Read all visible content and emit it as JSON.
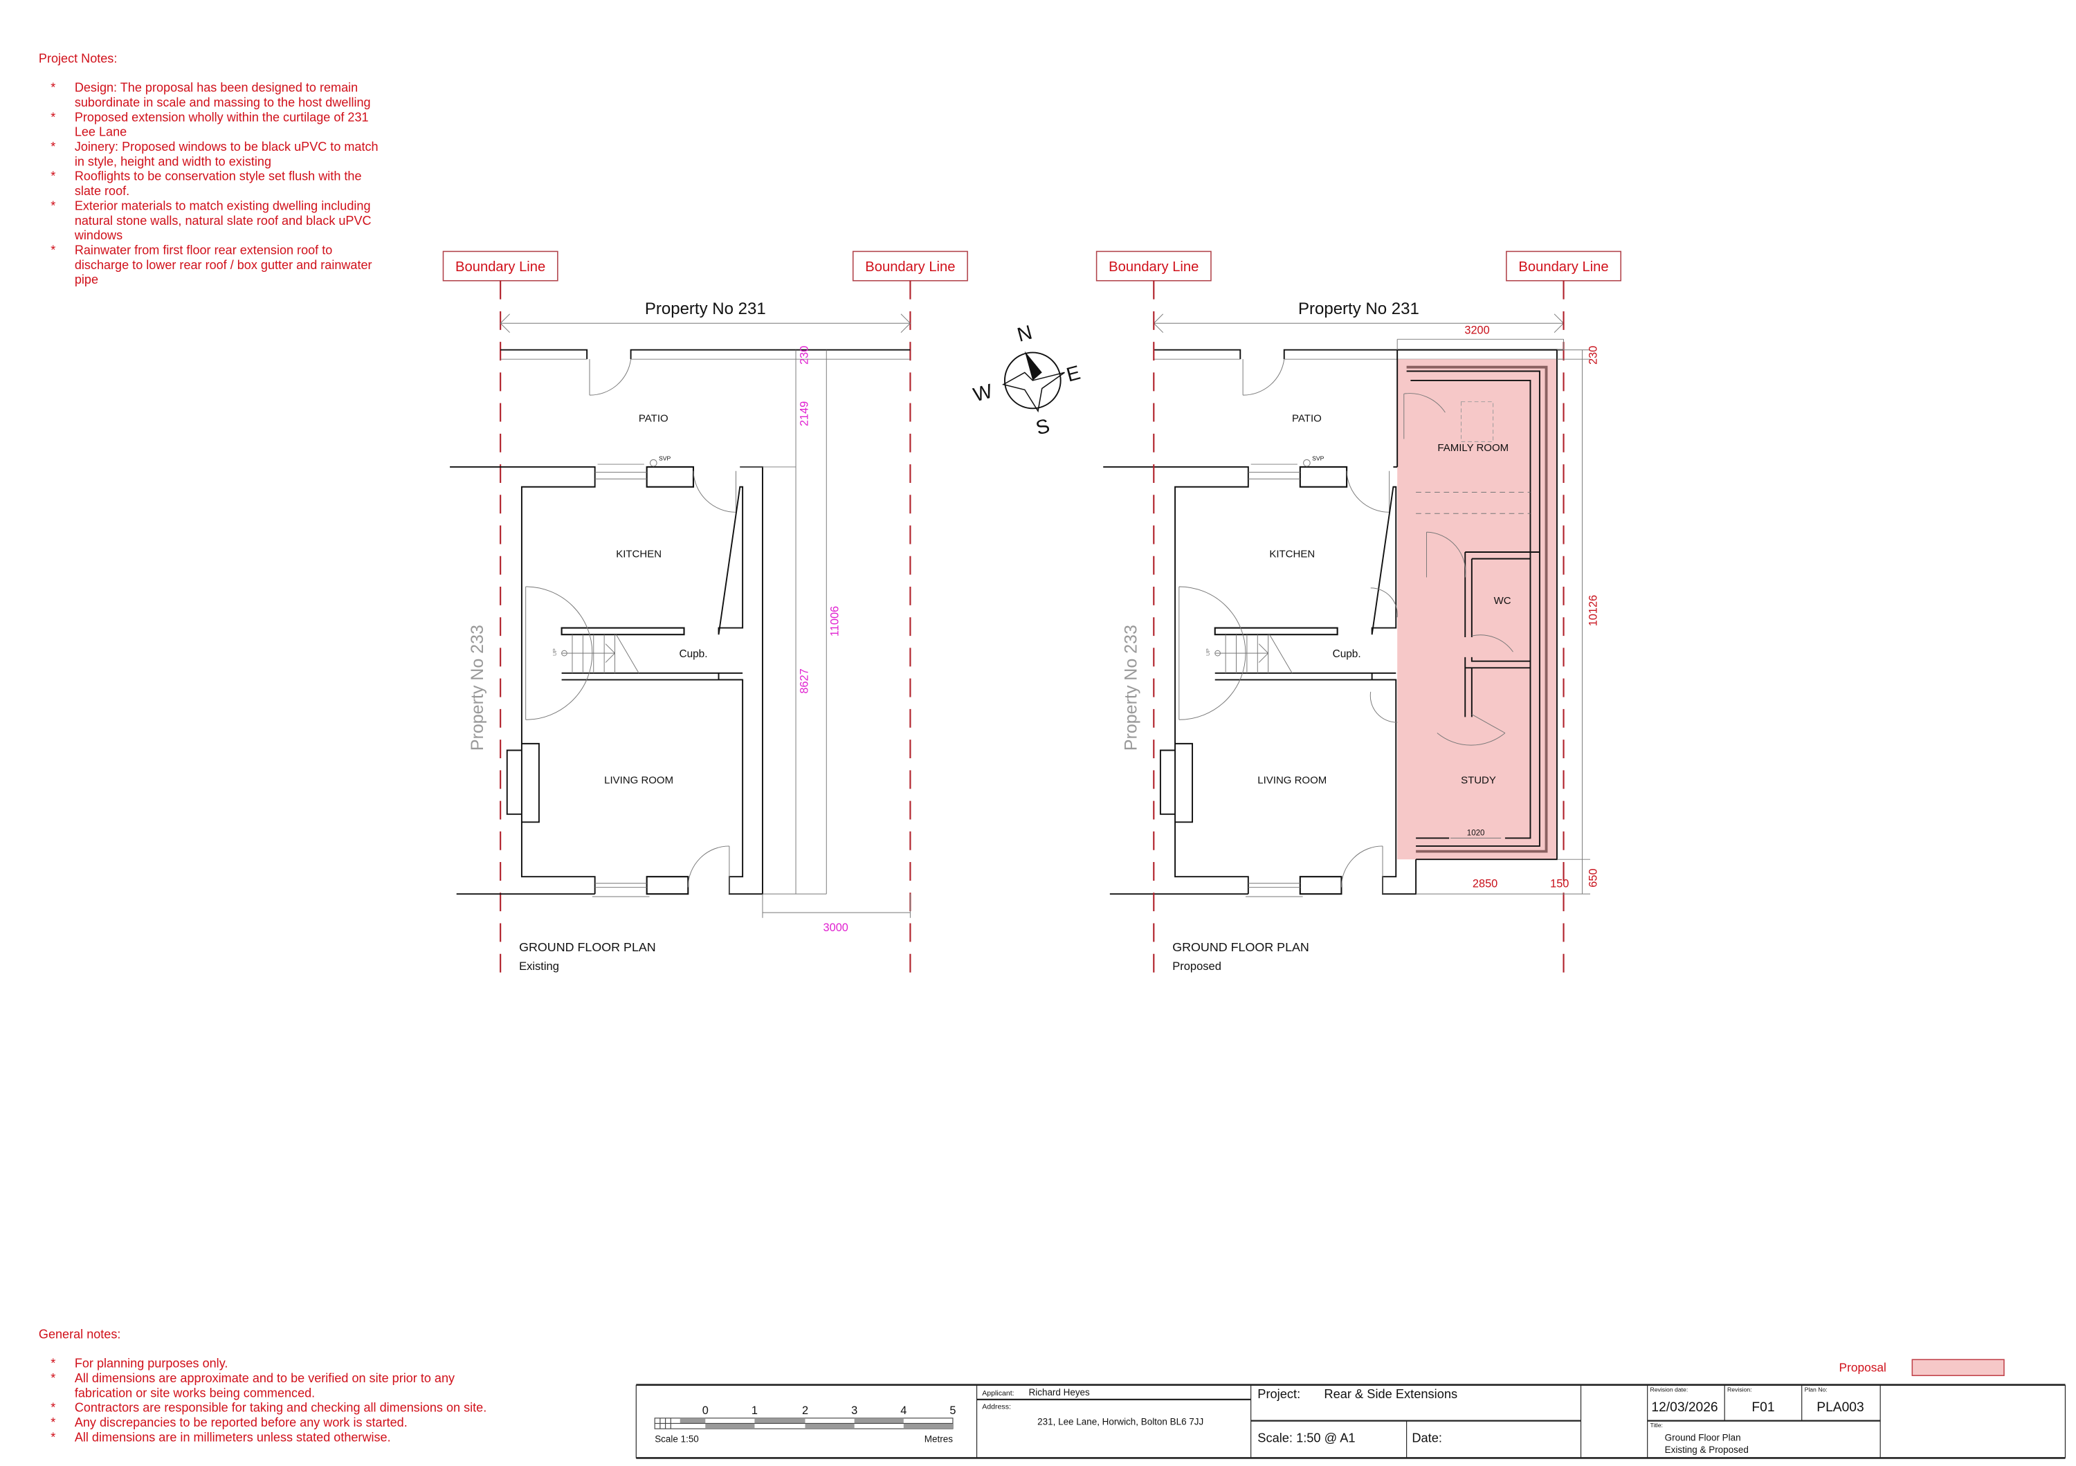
{
  "colors": {
    "annotation": "#d0101a",
    "existing_dims": "#e020d0",
    "proposal_fill": "#f6c8c8",
    "boundary": "#b0202a"
  },
  "project_notes": {
    "heading": "Project Notes:",
    "items": [
      [
        "Design: The proposal has been designed to remain",
        "subordinate in scale and massing to the host dwelling"
      ],
      [
        "Proposed extension wholly within the curtilage of 231",
        "Lee Lane"
      ],
      [
        "Joinery: Proposed windows to be black uPVC to match",
        "in style, height and width to existing"
      ],
      [
        "Rooflights to be conservation style set flush with the",
        "slate roof."
      ],
      [
        "Exterior materials to match existing dwelling including",
        "natural stone walls, natural slate roof and black uPVC",
        "windows"
      ],
      [
        "Rainwater from first floor rear extension roof to",
        "discharge to lower rear roof / box gutter and rainwater",
        "pipe"
      ]
    ]
  },
  "general_notes": {
    "heading": "General notes:",
    "items": [
      [
        "For planning purposes only."
      ],
      [
        "All dimensions are approximate and to be verified on site prior to any",
        "fabrication or site works being commenced."
      ],
      [
        "Contractors are responsible for taking and checking all dimensions on site."
      ],
      [
        "Any discrepancies to be reported before any work is started."
      ],
      [
        "All dimensions are in millimeters unless stated otherwise."
      ]
    ]
  },
  "bullet": "*",
  "plans": {
    "existing": {
      "boundary_left": "Boundary Line",
      "boundary_right": "Boundary Line",
      "property": "Property No 231",
      "neighbour": "Property No 233",
      "rooms": {
        "patio": "PATIO",
        "kitchen": "KITCHEN",
        "living": "LIVING ROOM",
        "cupboard": "Cupb.",
        "svp": "SVP",
        "up": "UP"
      },
      "dims": {
        "d230": "230",
        "d2149": "2149",
        "d8627": "8627",
        "d11006": "11006",
        "d3000": "3000"
      },
      "title": "GROUND FLOOR PLAN",
      "subtitle": "Existing"
    },
    "proposed": {
      "boundary_left": "Boundary Line",
      "boundary_right": "Boundary Line",
      "property": "Property No 231",
      "neighbour": "Property No 233",
      "rooms": {
        "patio": "PATIO",
        "kitchen": "KITCHEN",
        "living": "LIVING ROOM",
        "cupboard": "Cupb.",
        "svp": "SVP",
        "up": "UP",
        "family": "FAMILY ROOM",
        "wc": "WC",
        "study": "STUDY"
      },
      "dims": {
        "d3200": "3200",
        "d230": "230",
        "d10126": "10126",
        "d650": "650",
        "d2850": "2850",
        "d150": "150",
        "d1020": "1020"
      },
      "title": "GROUND FLOOR PLAN",
      "subtitle": "Proposed"
    }
  },
  "compass": {
    "n": "N",
    "e": "E",
    "s": "S",
    "w": "W"
  },
  "legend": {
    "proposal": "Proposal"
  },
  "title_block": {
    "scale_bar": {
      "ticks": [
        "0",
        "1",
        "2",
        "3",
        "4",
        "5"
      ],
      "scale_label": "Scale 1:50",
      "unit": "Metres"
    },
    "applicant_label": "Applicant:",
    "applicant": "Richard Heyes",
    "address_label": "Address:",
    "address": "231, Lee Lane, Horwich, Bolton BL6 7JJ",
    "project_label": "Project:",
    "project": "Rear & Side Extensions",
    "scale": "Scale:  1:50 @ A1",
    "date_label": "Date:",
    "revision_date_label": "Revision date:",
    "revision_date": "12/03/2026",
    "revision_label": "Revision:",
    "revision": "F01",
    "plan_no_label": "Plan No:",
    "plan_no": "PLA003",
    "title_label": "Title:",
    "title_lines": [
      "Ground Floor Plan",
      "Existing & Proposed"
    ]
  }
}
